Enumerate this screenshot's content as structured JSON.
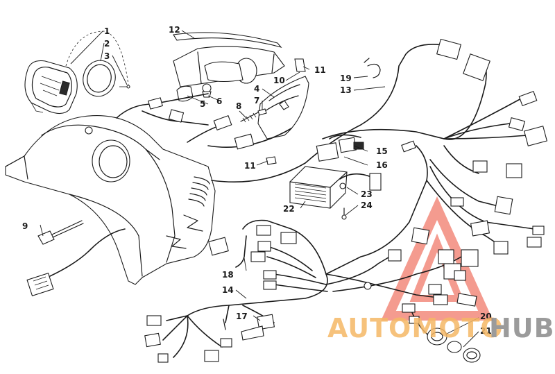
{
  "diagram": {
    "callouts": [
      {
        "id": "c1",
        "text": "1"
      },
      {
        "id": "c2",
        "text": "2"
      },
      {
        "id": "c3",
        "text": "3"
      },
      {
        "id": "c4",
        "text": "4"
      },
      {
        "id": "c5",
        "text": "5"
      },
      {
        "id": "c6",
        "text": "6"
      },
      {
        "id": "c7",
        "text": "7"
      },
      {
        "id": "c8",
        "text": "8"
      },
      {
        "id": "c9",
        "text": "9"
      },
      {
        "id": "c10",
        "text": "10"
      },
      {
        "id": "c11a",
        "text": "11"
      },
      {
        "id": "c11b",
        "text": "11"
      },
      {
        "id": "c12",
        "text": "12"
      },
      {
        "id": "c13",
        "text": "13"
      },
      {
        "id": "c14",
        "text": "14"
      },
      {
        "id": "c15",
        "text": "15"
      },
      {
        "id": "c16",
        "text": "16"
      },
      {
        "id": "c17",
        "text": "17"
      },
      {
        "id": "c18",
        "text": "18"
      },
      {
        "id": "c19",
        "text": "19"
      },
      {
        "id": "c20",
        "text": "20"
      },
      {
        "id": "c21",
        "text": "21"
      },
      {
        "id": "c22",
        "text": "22"
      },
      {
        "id": "c23",
        "text": "23"
      },
      {
        "id": "c24",
        "text": "24"
      }
    ]
  },
  "watermark": {
    "text_part1": "AUTOMOTO",
    "text_part2": "HUB",
    "color_part1": "#f5b866",
    "color_part2": "#8a8a8a",
    "triangle_color": "#f07a6a"
  }
}
